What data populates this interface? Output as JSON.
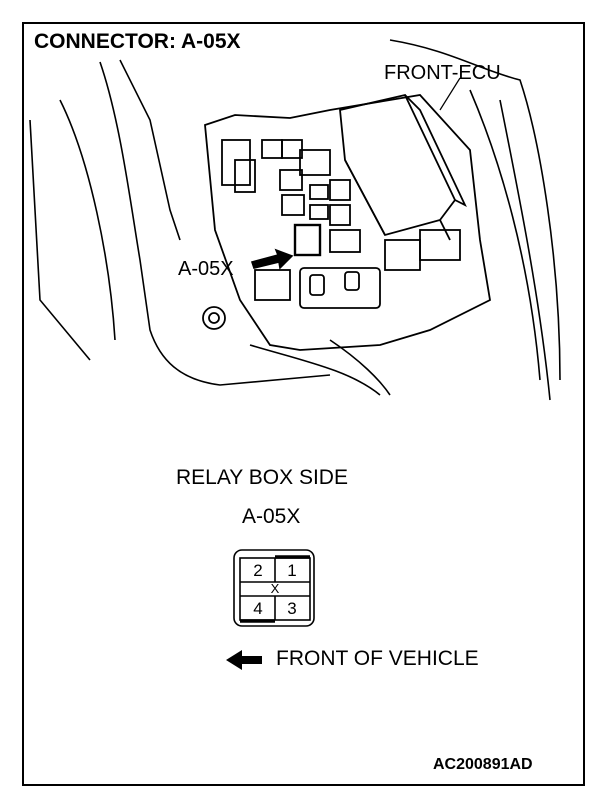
{
  "title": "CONNECTOR: A-05X",
  "labels": {
    "front_ecu": "FRONT-ECU",
    "connector_callout": "A-05X",
    "view_side": "RELAY BOX SIDE",
    "connector_name": "A-05X",
    "direction": "FRONT OF VEHICLE"
  },
  "connector": {
    "pins": [
      "2",
      "1",
      "4",
      "3"
    ],
    "lock_mark": "X"
  },
  "figure_code": "AC200891AD",
  "icons": [
    "arrow-left-icon",
    "callout-arrow-icon"
  ]
}
